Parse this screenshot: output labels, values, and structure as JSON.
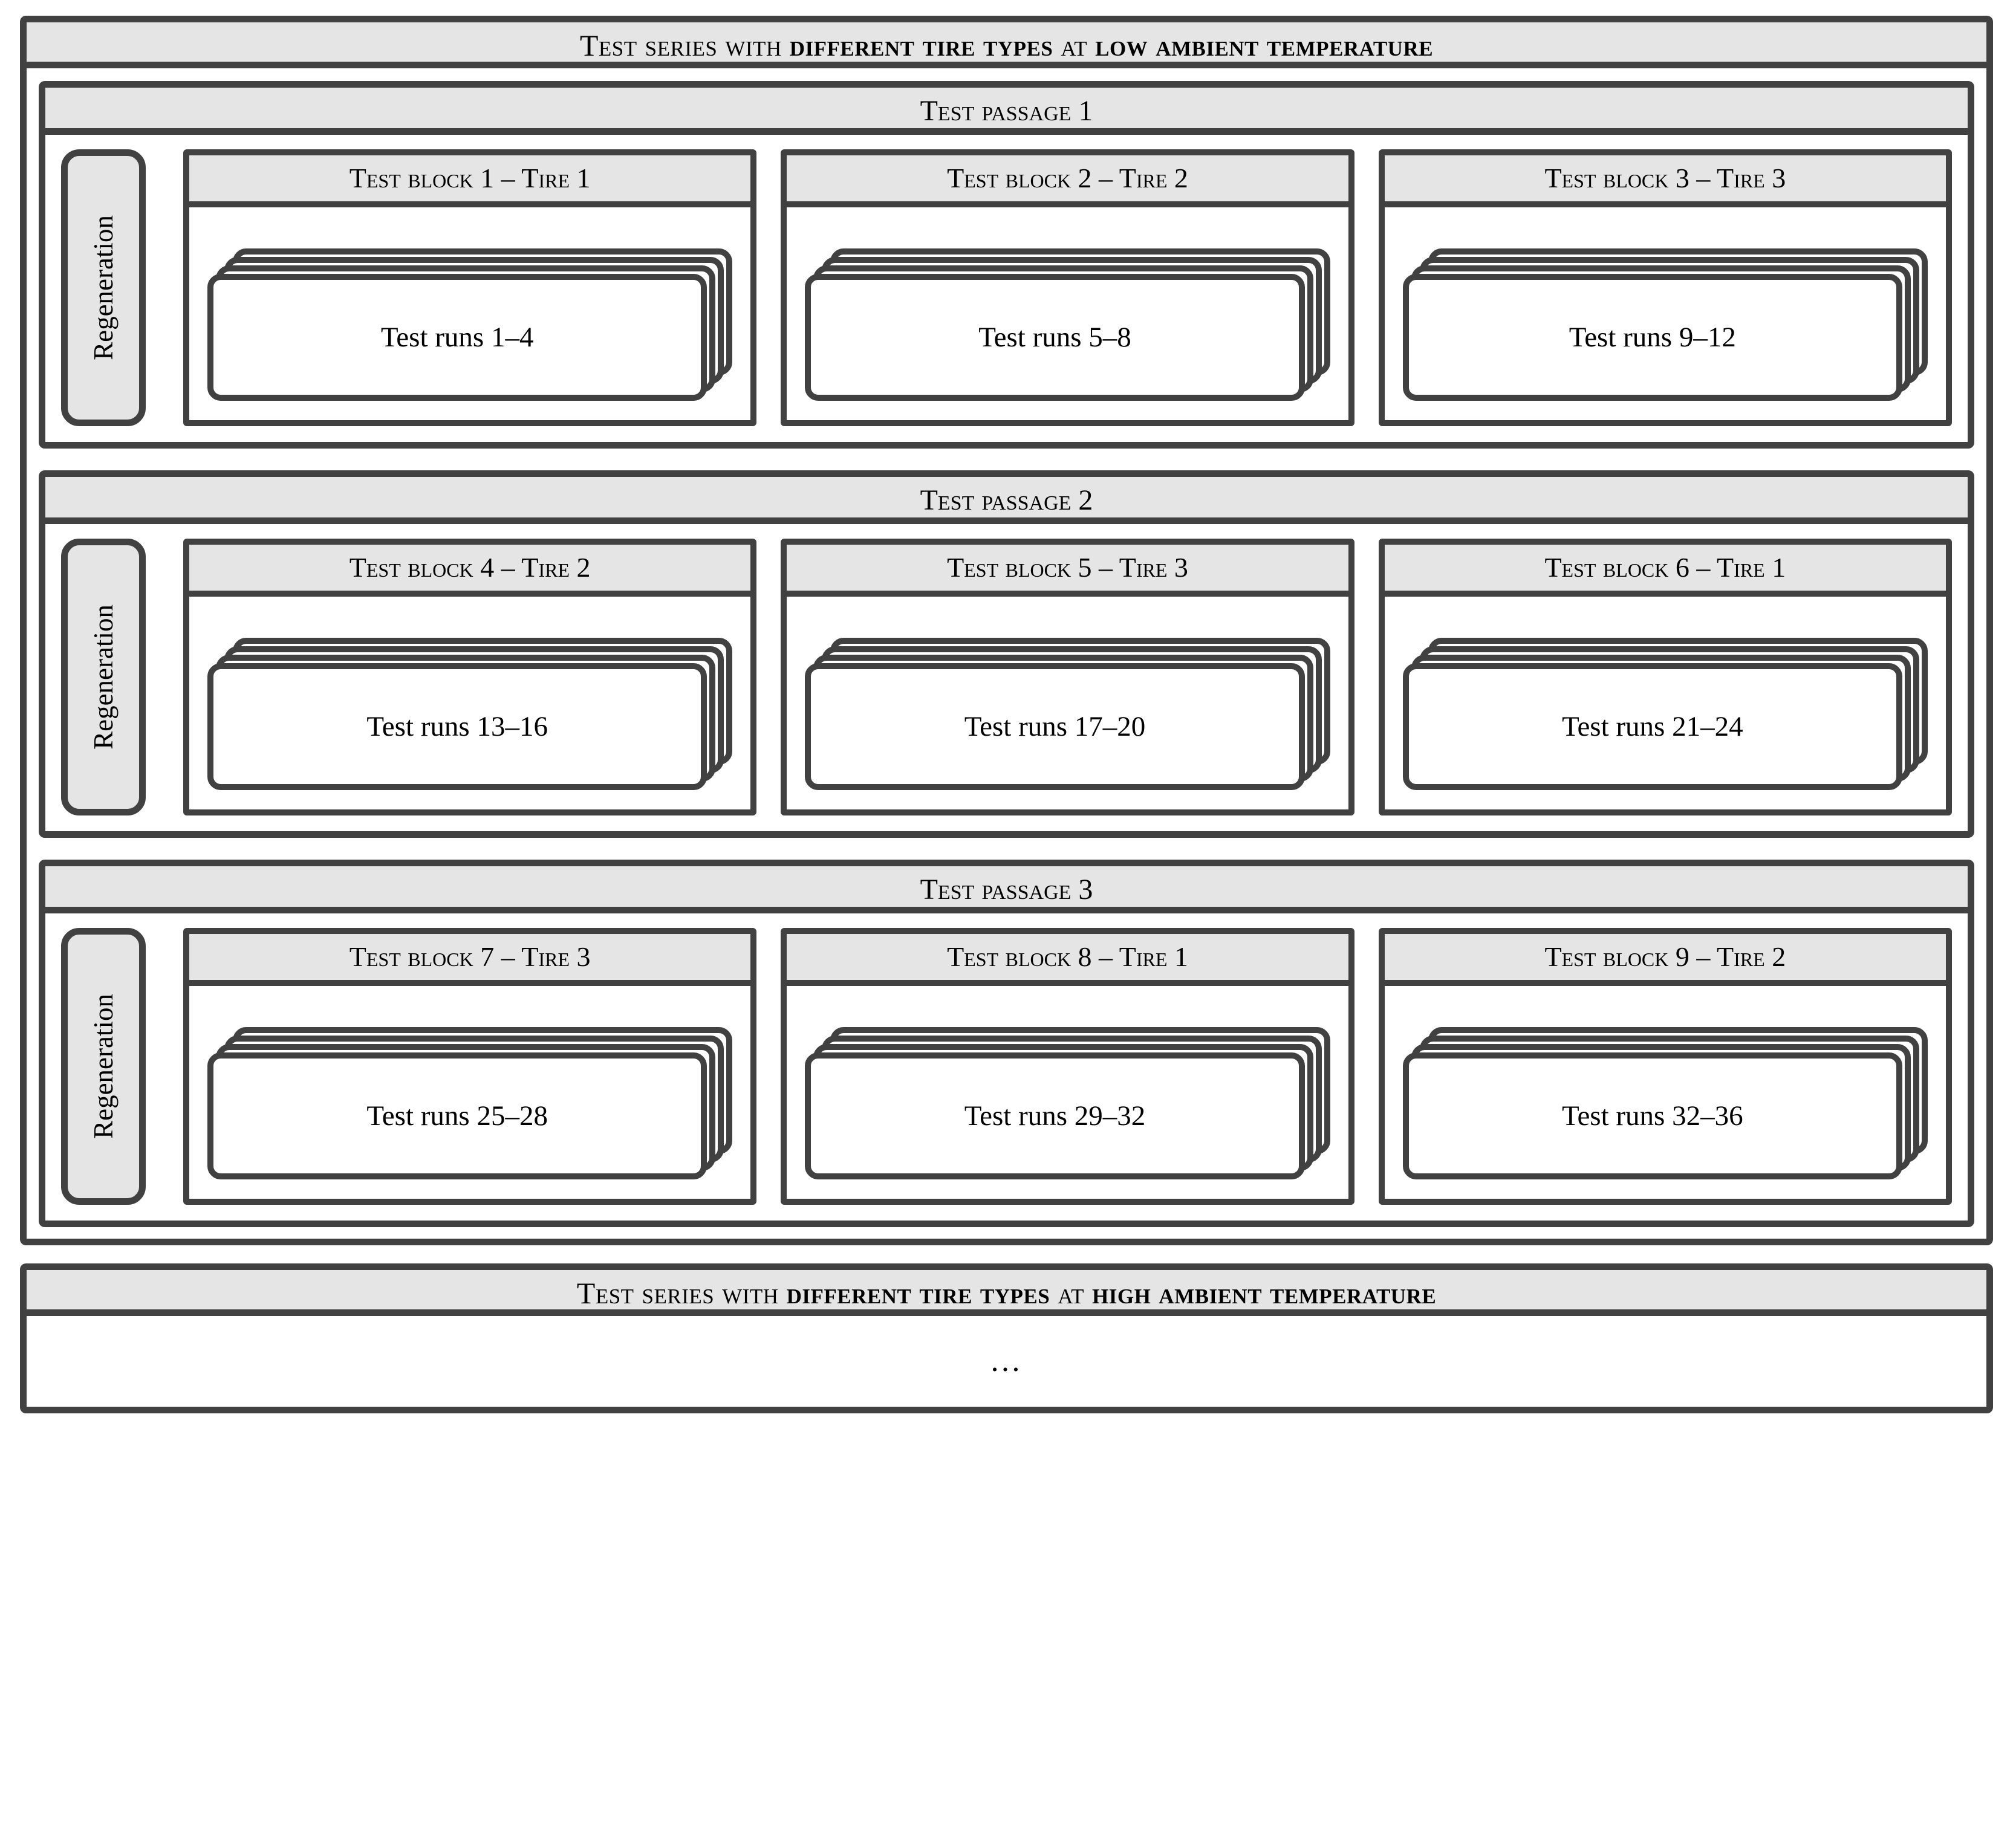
{
  "series_low": {
    "title_parts": [
      {
        "text": "Test series with ",
        "bold": false
      },
      {
        "text": "different tire types",
        "bold": true
      },
      {
        "text": " at ",
        "bold": false
      },
      {
        "text": "low ambient temperature",
        "bold": true
      }
    ],
    "title_plain": "Test series with different tire types at low ambient temperature",
    "passages": [
      {
        "label": "Test passage 1",
        "regeneration_label": "Regeneration",
        "blocks": [
          {
            "header": "Test block 1 – Tire 1",
            "runs": "Test runs 1–4",
            "card_count": 4
          },
          {
            "header": "Test block 2 – Tire 2",
            "runs": "Test runs 5–8",
            "card_count": 4
          },
          {
            "header": "Test block 3 – Tire 3",
            "runs": "Test runs 9–12",
            "card_count": 4
          }
        ]
      },
      {
        "label": "Test passage 2",
        "regeneration_label": "Regeneration",
        "blocks": [
          {
            "header": "Test block 4 – Tire 2",
            "runs": "Test runs 13–16",
            "card_count": 4
          },
          {
            "header": "Test block 5 – Tire 3",
            "runs": "Test runs 17–20",
            "card_count": 4
          },
          {
            "header": "Test block 6 – Tire 1",
            "runs": "Test runs 21–24",
            "card_count": 4
          }
        ]
      },
      {
        "label": "Test passage 3",
        "regeneration_label": "Regeneration",
        "blocks": [
          {
            "header": "Test block 7 – Tire 3",
            "runs": "Test runs 25–28",
            "card_count": 4
          },
          {
            "header": "Test block 8 – Tire 1",
            "runs": "Test runs 29–32",
            "card_count": 4
          },
          {
            "header": "Test block 9 – Tire 2",
            "runs": "Test runs 32–36",
            "card_count": 4
          }
        ]
      }
    ]
  },
  "series_high": {
    "title_parts": [
      {
        "text": "Test series with ",
        "bold": false
      },
      {
        "text": "different tire types",
        "bold": true
      },
      {
        "text": " at ",
        "bold": false
      },
      {
        "text": "high ambient temperature",
        "bold": true
      }
    ],
    "title_plain": "Test series with different tire types at high ambient temperature",
    "body_text": "…"
  },
  "colors": {
    "border": "#414141",
    "band_fill": "#e5e5e5",
    "body_fill": "#ffffff",
    "text": "#000000"
  }
}
